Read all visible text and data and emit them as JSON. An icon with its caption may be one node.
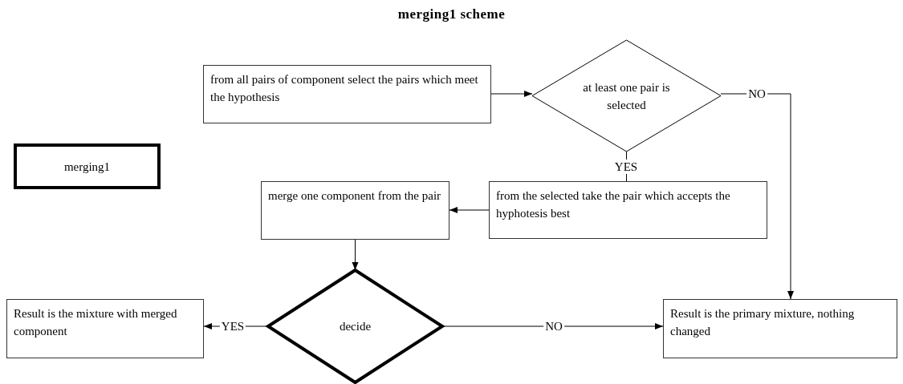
{
  "diagram": {
    "title": "merging1 scheme",
    "nodes": [
      {
        "text": [
          "merging1"
        ]
      },
      {
        "text": [
          "from all pairs of component select the pairs which meet the hypothesis"
        ]
      },
      {
        "text": [
          "at least one pair is selected"
        ]
      },
      {
        "text": [
          "from the selected take the pair which accepts the hyphotesis  best"
        ]
      },
      {
        "text": [
          "merge one component from the pair"
        ]
      },
      {
        "text": [
          "decide"
        ]
      },
      {
        "text": [
          "Result is the mixture with merged component"
        ]
      },
      {
        "text": [
          "Result is the primary mixture, nothing changed"
        ]
      }
    ],
    "edges": [
      {
        "from": 1,
        "to": 2,
        "arrow": "to"
      },
      {
        "from": 2,
        "to": 3,
        "arrow": "none",
        "label": "YES"
      },
      {
        "from": 2,
        "to": 7,
        "arrow": "to",
        "label": "NO"
      },
      {
        "from": 3,
        "to": 4,
        "arrow": "to"
      },
      {
        "from": 4,
        "to": 5,
        "arrow": "to"
      },
      {
        "from": 5,
        "to": 6,
        "arrow": "to",
        "label": "YES"
      },
      {
        "from": 5,
        "to": 7,
        "arrow": "to",
        "label": "NO"
      }
    ]
  }
}
